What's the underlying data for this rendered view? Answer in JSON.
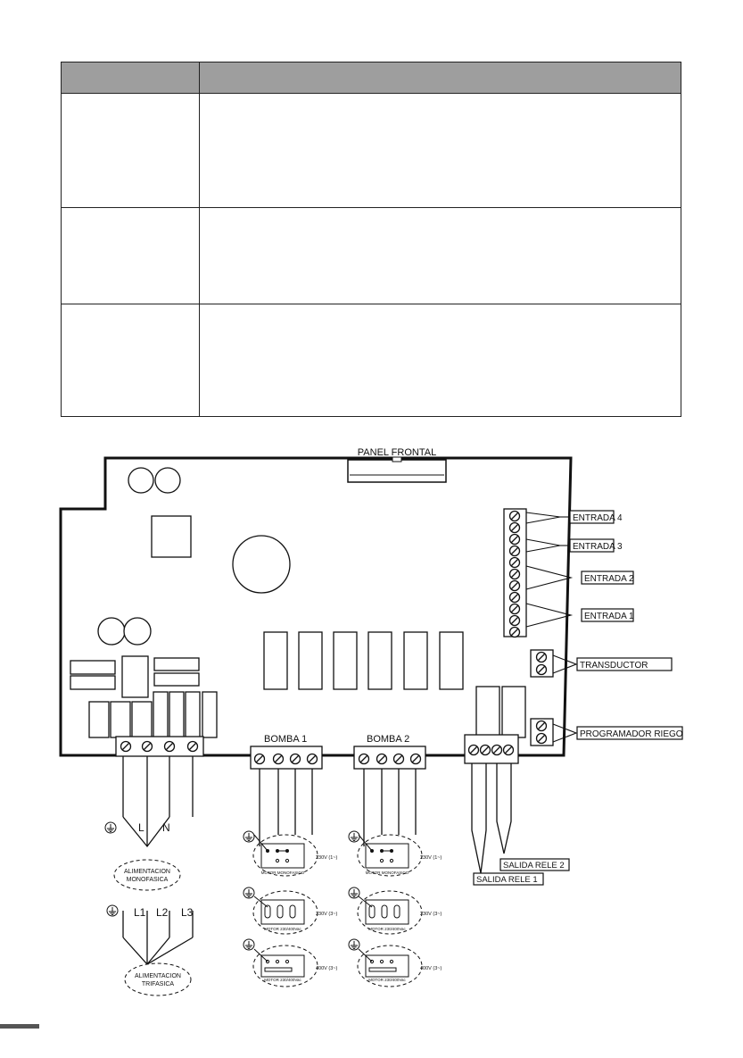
{
  "table": {
    "header": [
      "",
      ""
    ],
    "rows": [
      [
        "",
        ""
      ],
      [
        "",
        ""
      ],
      [
        "",
        ""
      ]
    ]
  },
  "diagram": {
    "panel_frontal": "PANEL FRONTAL",
    "entrada_4": "ENTRADA 4",
    "entrada_3": "ENTRADA 3",
    "entrada_2": "ENTRADA 2",
    "entrada_1": "ENTRADA 1",
    "transductor": "TRANSDUCTOR",
    "programador_riego": "PROGRAMADOR RIEGO",
    "bomba_1": "BOMBA 1",
    "bomba_2": "BOMBA 2",
    "power_L": "L",
    "power_N": "N",
    "alim_mono_1": "ALIMENTACION",
    "alim_mono_2": "MONOFASICA",
    "power_L1": "L1",
    "power_L2": "L2",
    "power_L3": "L3",
    "alim_tri_1": "ALIMENTACION",
    "alim_tri_2": "TRIFASICA",
    "salida_rele_2": "SALIDA RELE 2",
    "salida_rele_1": "SALIDA RELE 1",
    "b1_v1": "230V (1~)",
    "b1_v2": "230V (3~)",
    "b1_v3": "400V (3~)",
    "b2_v1": "230V (1~)",
    "b2_v2": "230V (3~)",
    "b2_v3": "400V (3~)",
    "motor_mono": "MOTOR MONOFASICO",
    "motor_tri": "MOTOR 230/400Vac"
  }
}
